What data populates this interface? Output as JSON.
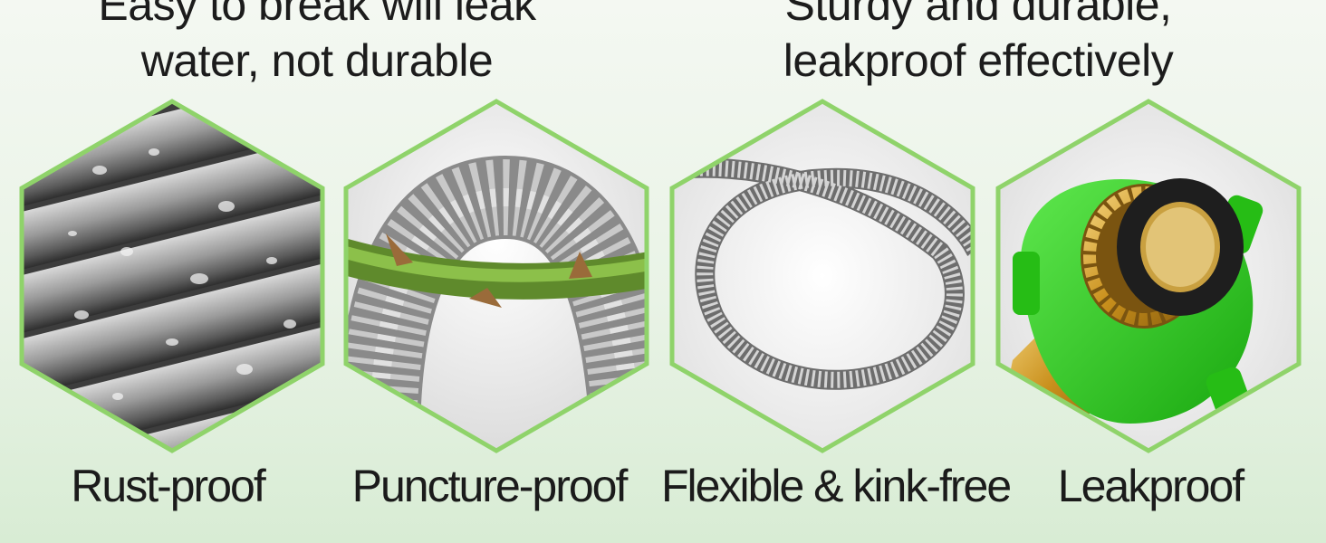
{
  "headlines": {
    "left": {
      "line1": "Easy to break will leak",
      "line2": "water, not durable"
    },
    "right": {
      "line1": "Sturdy and durable,",
      "line2": "leakproof effectively"
    }
  },
  "features": [
    {
      "label": "Rust-proof",
      "icon": "wet-steel-hose-icon"
    },
    {
      "label": "Puncture-proof",
      "icon": "steel-hose-thorn-branch-icon"
    },
    {
      "label": "Flexible & kink-free",
      "icon": "coiled-steel-hose-icon"
    },
    {
      "label": "Leakproof",
      "icon": "brass-connector-washer-icon"
    }
  ],
  "colors": {
    "hex_border": "#8fd36a",
    "connector_green": "#2fd21f",
    "brass": "#d9a52a",
    "washer": "#1e1e1e"
  }
}
